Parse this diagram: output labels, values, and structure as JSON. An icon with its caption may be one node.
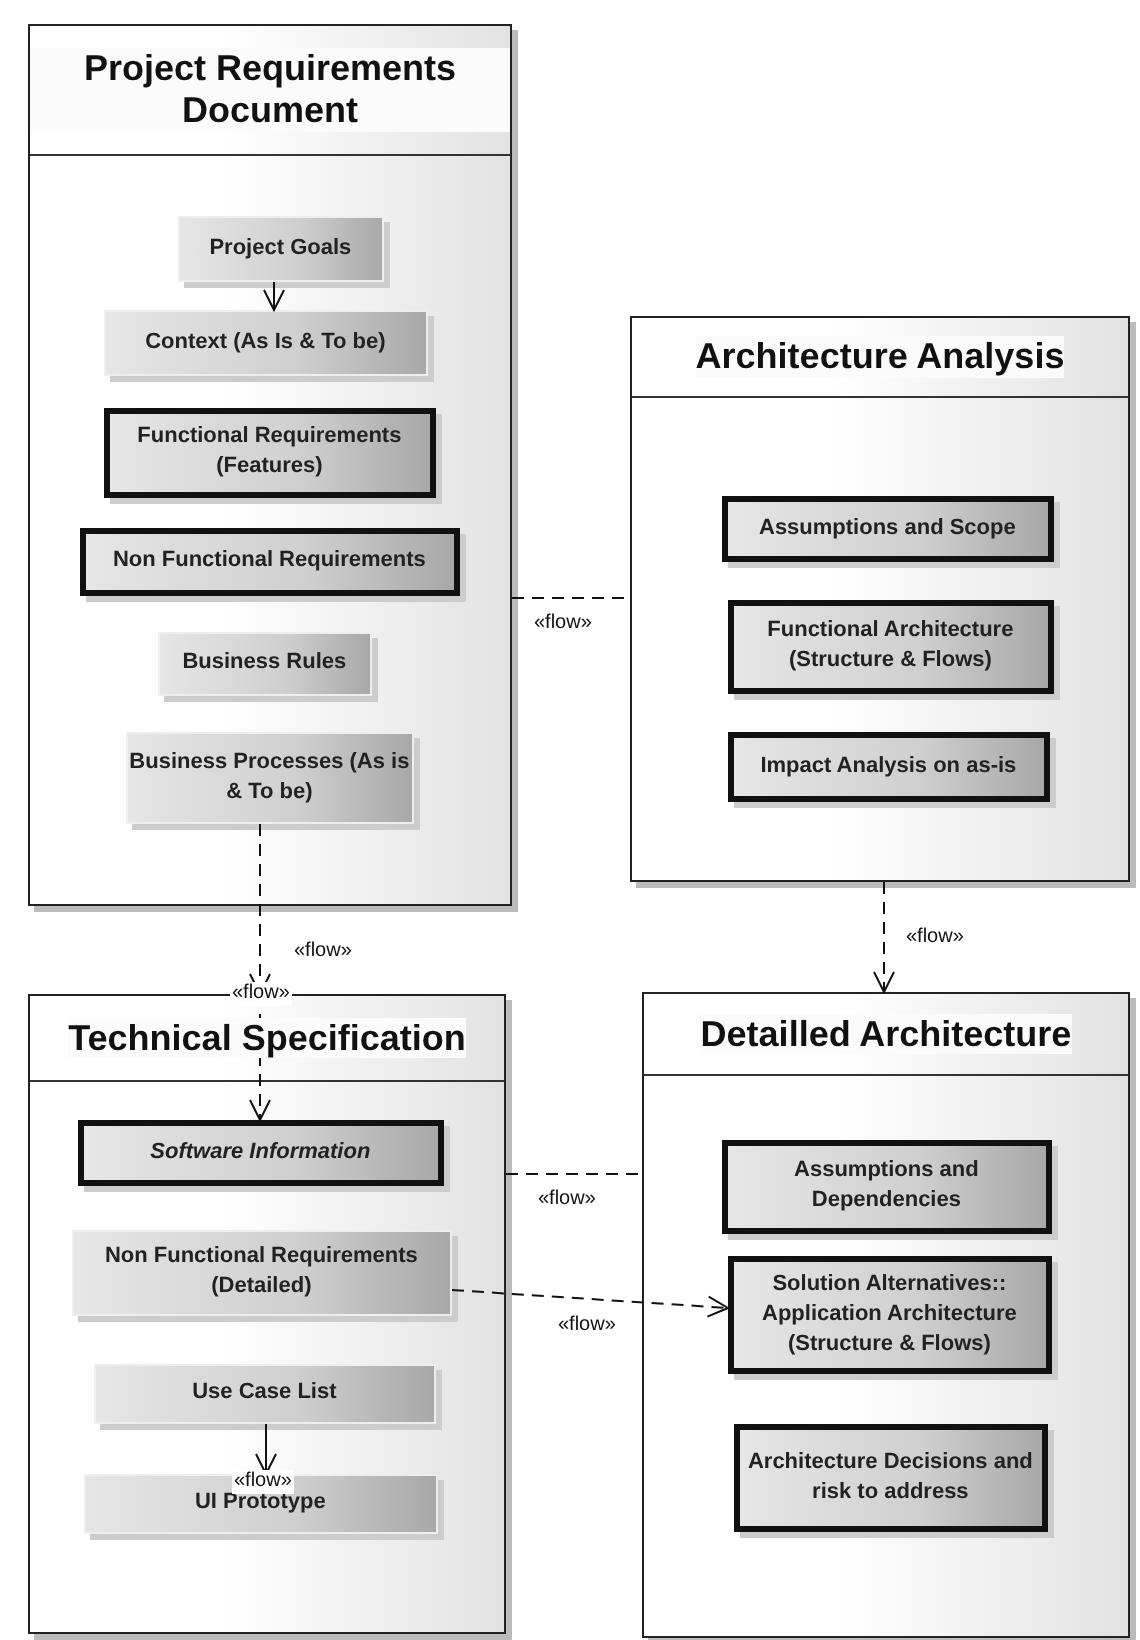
{
  "diagram": {
    "nodes": [
      {
        "text": [
          "Project Requirements Document"
        ]
      },
      {
        "text": [
          "Project Goals"
        ],
        "in": 0
      },
      {
        "text": [
          "Context (As Is & To be)"
        ],
        "in": 0
      },
      {
        "text": [
          "Functional Requirements (Features)"
        ],
        "in": 0
      },
      {
        "text": [
          "Non Functional Requirements"
        ],
        "in": 0
      },
      {
        "text": [
          "Business Rules"
        ],
        "in": 0
      },
      {
        "text": [
          "Business Processes (As is & To be)"
        ],
        "in": 0
      },
      {
        "text": [
          "Architecture Analysis"
        ]
      },
      {
        "text": [
          "Assumptions and Scope"
        ],
        "in": 7
      },
      {
        "text": [
          "Functional Architecture (Structure & Flows)"
        ],
        "in": 7
      },
      {
        "text": [
          "Impact Analysis on as-is"
        ],
        "in": 7
      },
      {
        "text": [
          "Technical Specification"
        ]
      },
      {
        "text": [
          "Software Information"
        ],
        "in": 11
      },
      {
        "text": [
          "Non Functional Requirements (Detailed)"
        ],
        "in": 11
      },
      {
        "text": [
          "Use Case List"
        ],
        "in": 11
      },
      {
        "text": [
          "UI Prototype"
        ],
        "in": 11
      },
      {
        "text": [
          "Detailled Architecture"
        ]
      },
      {
        "text": [
          "Assumptions and Dependencies"
        ],
        "in": 16
      },
      {
        "text": [
          "Solution Alternatives:: Application Architecture (Structure & Flows)"
        ],
        "in": 16
      },
      {
        "text": [
          "Architecture Decisions and risk to address"
        ],
        "in": 16
      }
    ],
    "edges": [
      {
        "from": 1,
        "to": 2,
        "arrow": "to"
      },
      {
        "from": 0,
        "to": 7,
        "arrow": "none",
        "label": "«flow»",
        "style": "dashed"
      },
      {
        "from": 6,
        "to": 11,
        "arrow": "to",
        "label": "«flow»",
        "style": "dashed"
      },
      {
        "from": 11,
        "to": 12,
        "arrow": "to",
        "label": "«flow»",
        "style": "dashed"
      },
      {
        "from": 7,
        "to": 16,
        "arrow": "to",
        "label": "«flow»",
        "style": "dashed"
      },
      {
        "from": 11,
        "to": 16,
        "arrow": "none",
        "label": "«flow»",
        "style": "dashed"
      },
      {
        "from": 13,
        "to": 18,
        "arrow": "to",
        "label": "«flow»",
        "style": "dashed"
      },
      {
        "from": 14,
        "to": 15,
        "arrow": "to",
        "label": "«flow»"
      }
    ]
  }
}
